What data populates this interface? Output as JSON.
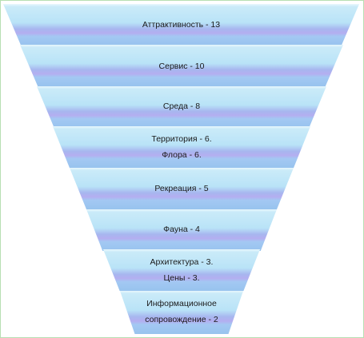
{
  "diagram": {
    "levels": [
      {
        "lines": [
          "Аттрактивность - 13"
        ]
      },
      {
        "lines": [
          "Сервис - 10"
        ]
      },
      {
        "lines": [
          "Среда - 8"
        ]
      },
      {
        "lines": [
          "Территория - 6.",
          "Флора - 6."
        ]
      },
      {
        "lines": [
          "Рекреация - 5"
        ]
      },
      {
        "lines": [
          "Фауна - 4"
        ]
      },
      {
        "lines": [
          "Архитектура - 3.",
          "Цены - 3."
        ]
      },
      {
        "lines": [
          "Информационное",
          "сопровождение - 2"
        ]
      }
    ]
  }
}
